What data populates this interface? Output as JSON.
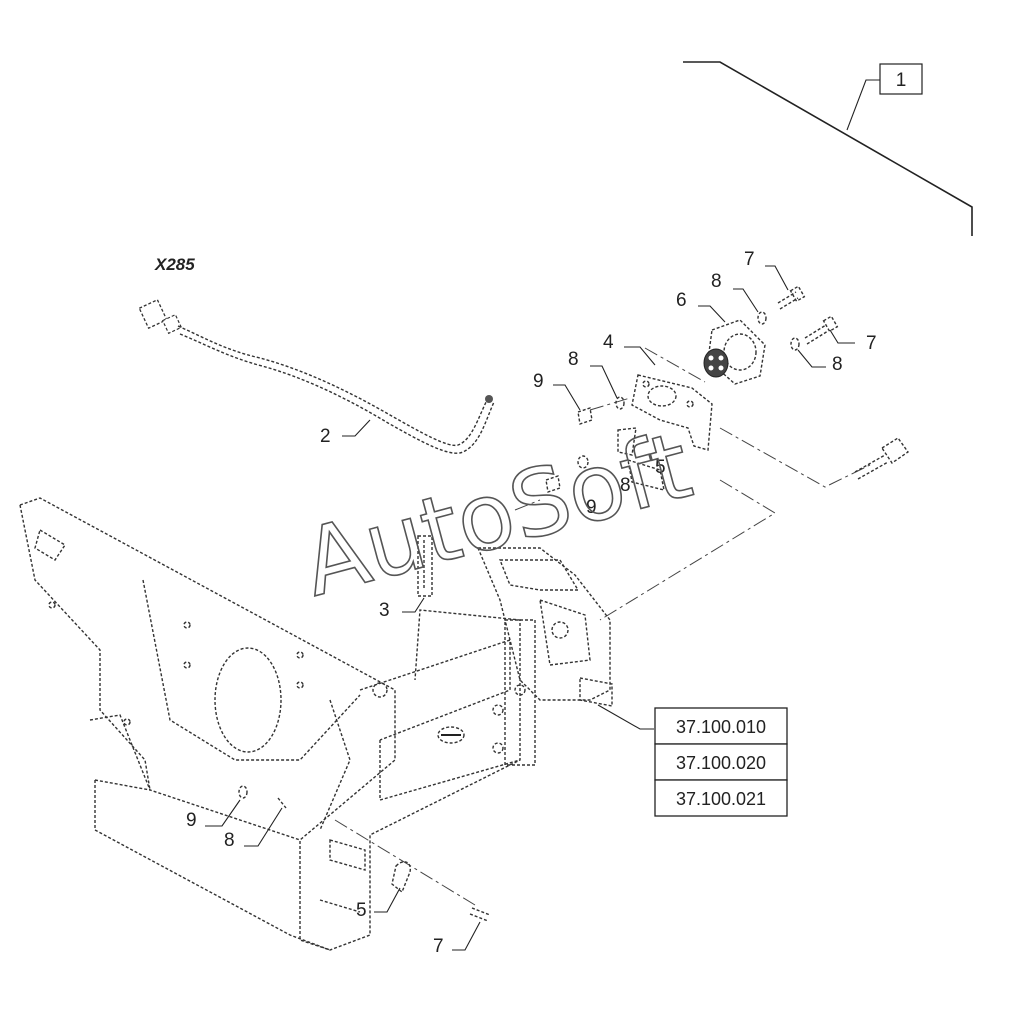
{
  "diagram": {
    "connector_label": "X285",
    "assembly_ref": "1",
    "callouts": {
      "wire_harness": "2",
      "pin": "3",
      "plate": "4",
      "clip_upper": "5",
      "clip_lower": "5",
      "socket": "6",
      "bolt_top": "7",
      "bolt_right": "7",
      "bolt_bottom": "7",
      "washer_top": "8",
      "washer_right": "8",
      "washer_left": "8",
      "washer_mid": "8",
      "washer_bottom": "8",
      "nut_left": "9",
      "nut_mid": "9",
      "nut_bottom": "9"
    },
    "section_refs": [
      "37.100.010",
      "37.100.020",
      "37.100.021"
    ],
    "watermark": "AutoSoft"
  }
}
